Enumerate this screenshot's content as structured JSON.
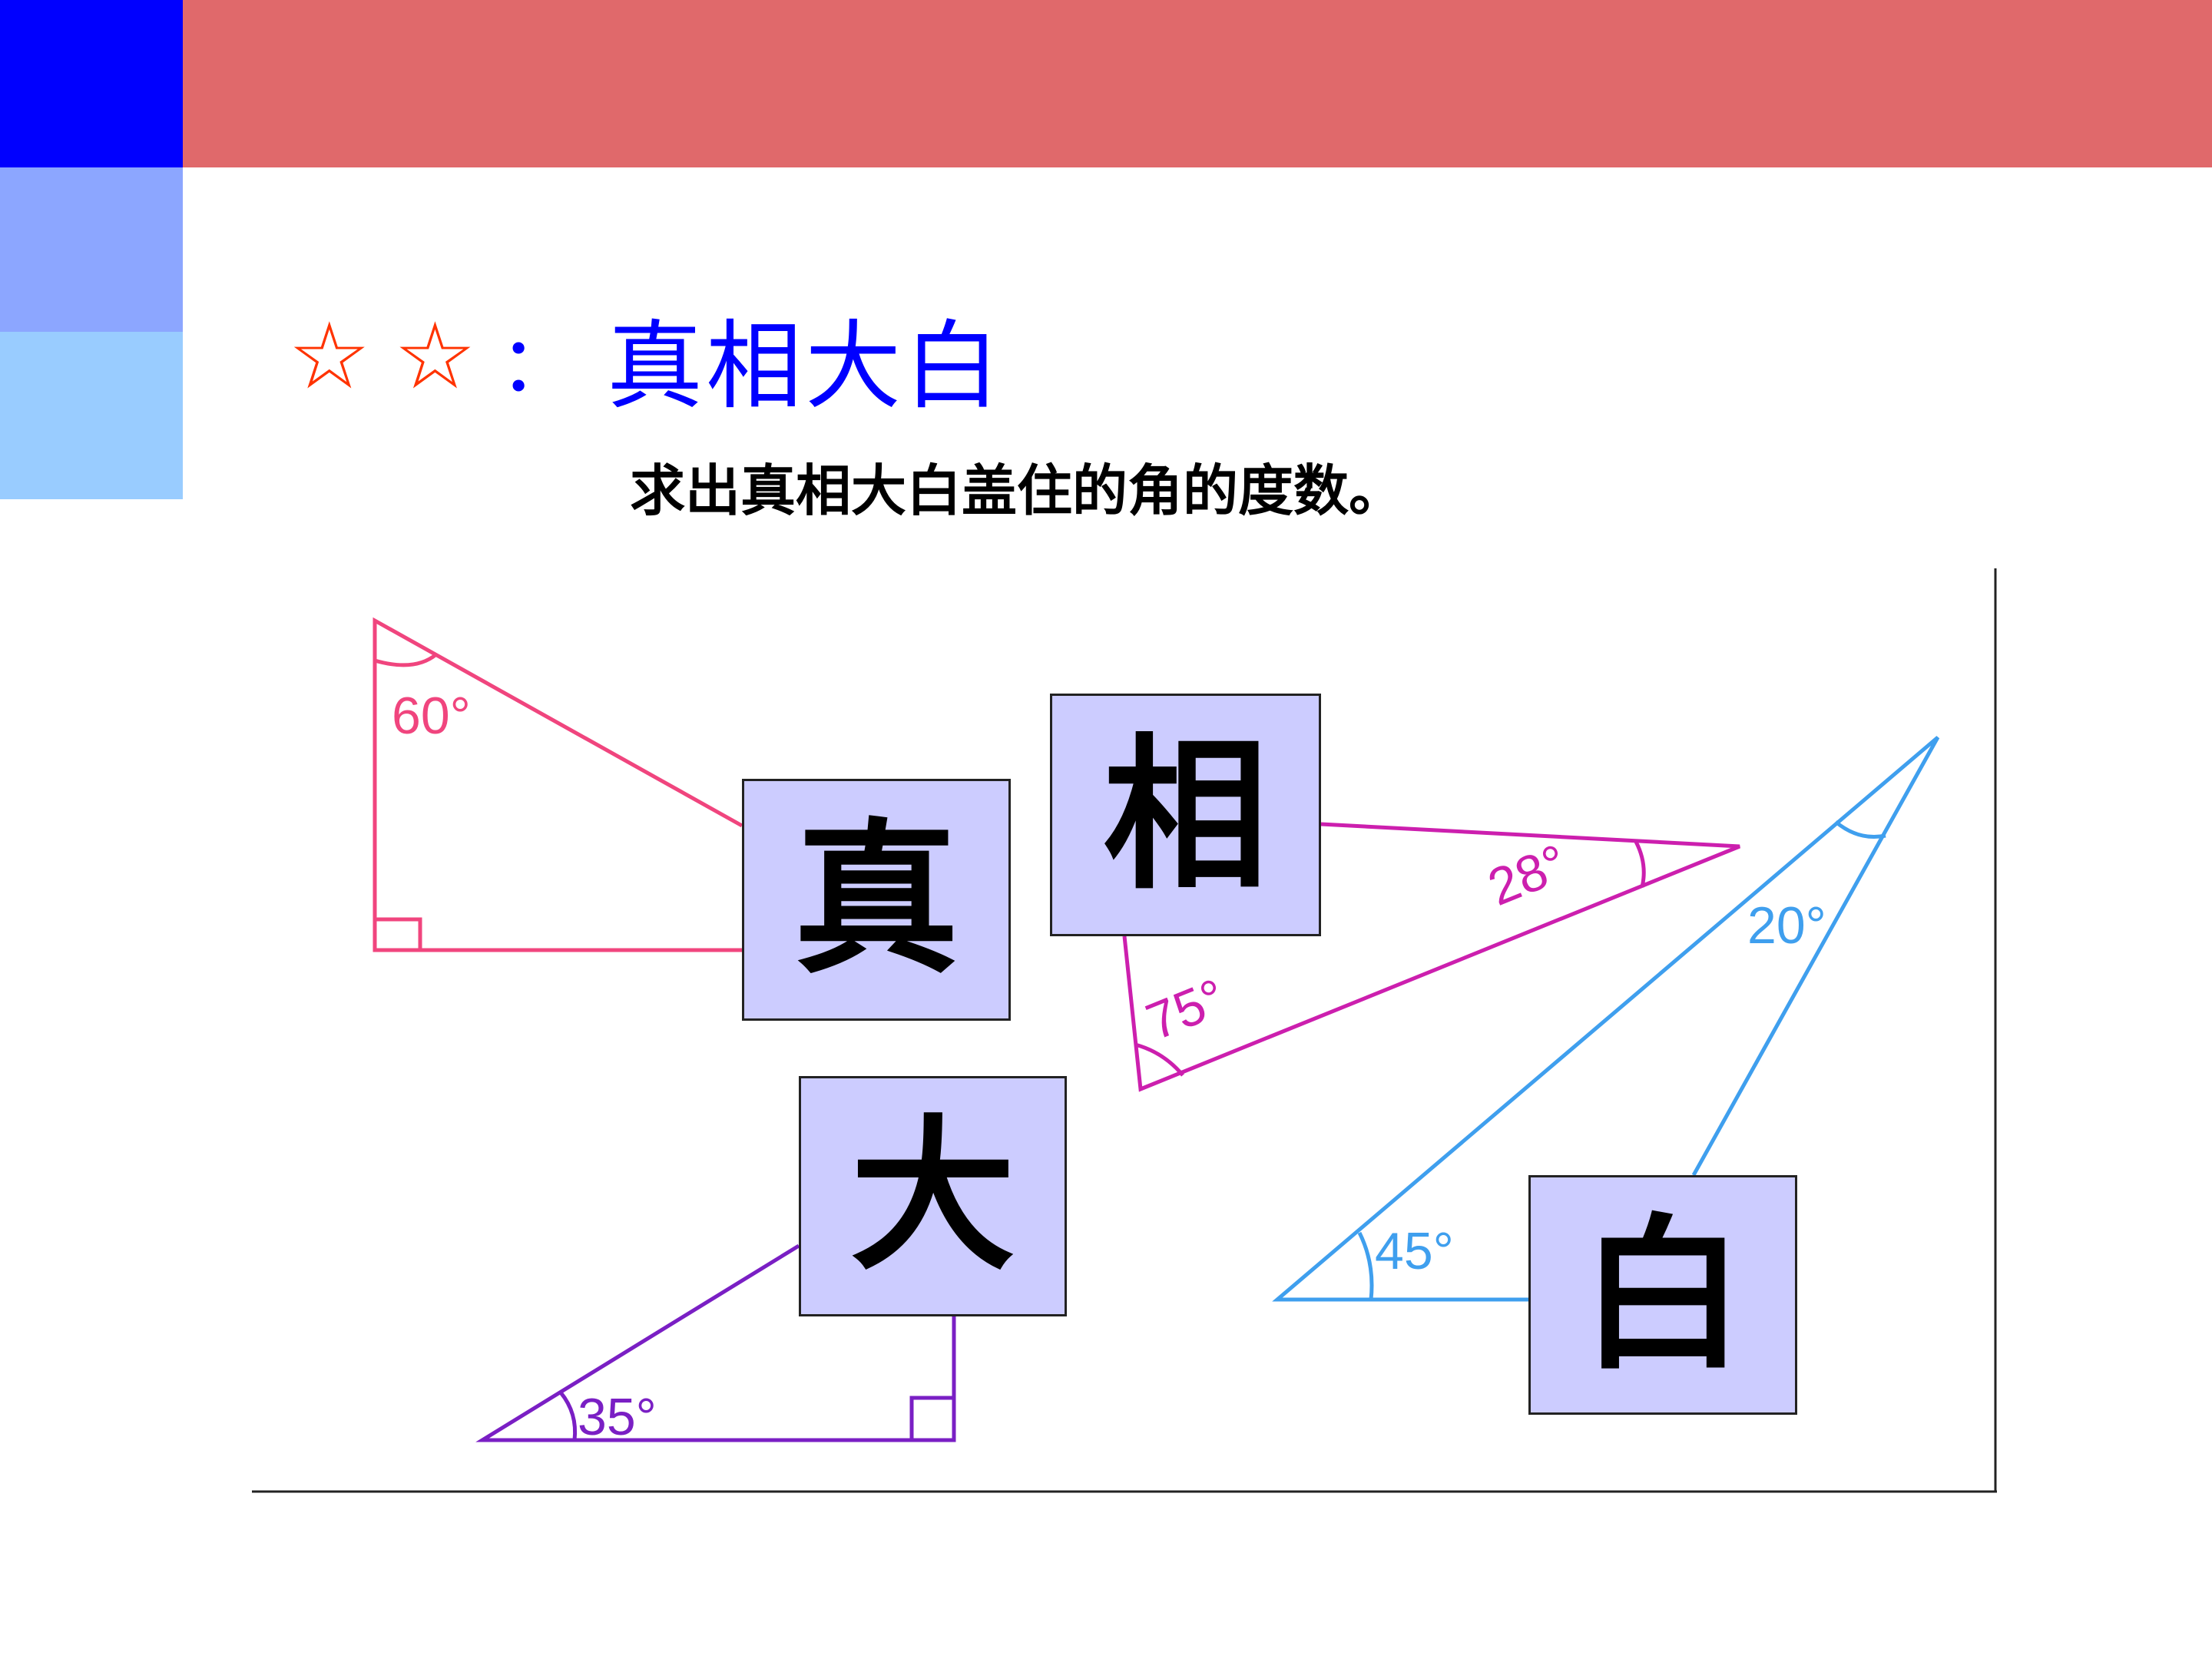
{
  "title": {
    "stars": [
      "☆",
      "☆"
    ],
    "colon": "：",
    "text": "真相大白"
  },
  "subtitle": "求出真相大白盖住的角的度数。",
  "colors": {
    "top_band": "#e0696b",
    "block_1": "#0000ff",
    "block_2": "#8ca6ff",
    "block_3": "#99ccff",
    "star": "#ff3300",
    "title": "#0000ff",
    "card_fill": "#ccccff",
    "triangle_pink": "#f0457e",
    "triangle_magenta": "#cc1fae",
    "triangle_purple": "#7a1fc4",
    "triangle_blue": "#3f9fee"
  },
  "cards": {
    "zhen": "真",
    "xiang": "相",
    "da": "大",
    "bai": "白"
  },
  "angles": {
    "pink_top": "60°",
    "magenta_right": "28°",
    "magenta_bottom": "75°",
    "blue_top": "20°",
    "blue_left": "45°",
    "purple_left": "35°"
  }
}
